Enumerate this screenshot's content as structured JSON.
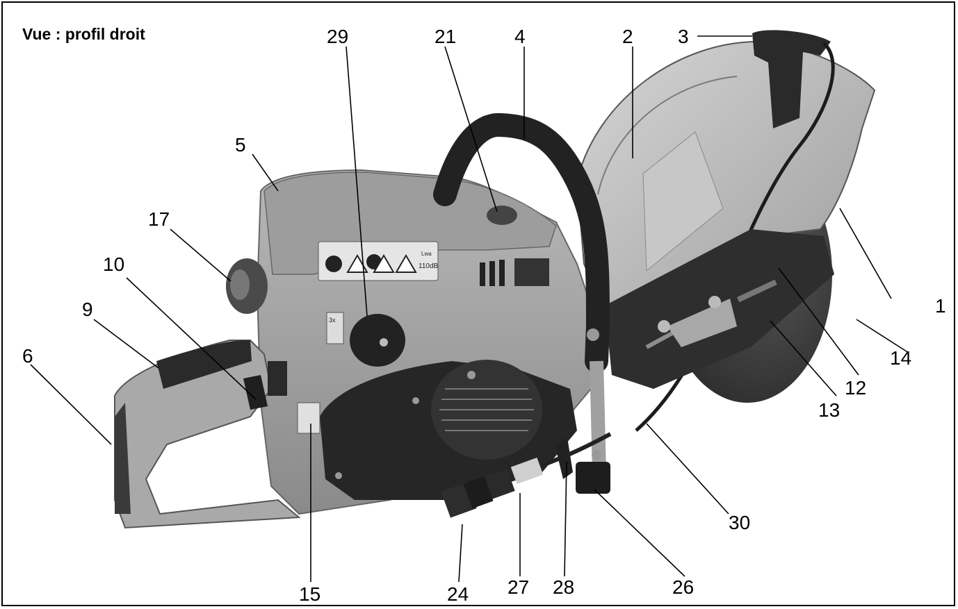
{
  "title": "Vue : profil droit",
  "callouts": [
    {
      "id": "1",
      "label": "1"
    },
    {
      "id": "2",
      "label": "2"
    },
    {
      "id": "3",
      "label": "3"
    },
    {
      "id": "4",
      "label": "4"
    },
    {
      "id": "5",
      "label": "5"
    },
    {
      "id": "6",
      "label": "6"
    },
    {
      "id": "9",
      "label": "9"
    },
    {
      "id": "10",
      "label": "10"
    },
    {
      "id": "12",
      "label": "12"
    },
    {
      "id": "13",
      "label": "13"
    },
    {
      "id": "14",
      "label": "14"
    },
    {
      "id": "15",
      "label": "15"
    },
    {
      "id": "17",
      "label": "17"
    },
    {
      "id": "21",
      "label": "21"
    },
    {
      "id": "24",
      "label": "24"
    },
    {
      "id": "26",
      "label": "26"
    },
    {
      "id": "27",
      "label": "27"
    },
    {
      "id": "28",
      "label": "28"
    },
    {
      "id": "29",
      "label": "29"
    },
    {
      "id": "30",
      "label": "30"
    }
  ],
  "decal": {
    "noise_label": "110dB",
    "noise_sub": "Lwa",
    "ratio_label": "3x"
  }
}
